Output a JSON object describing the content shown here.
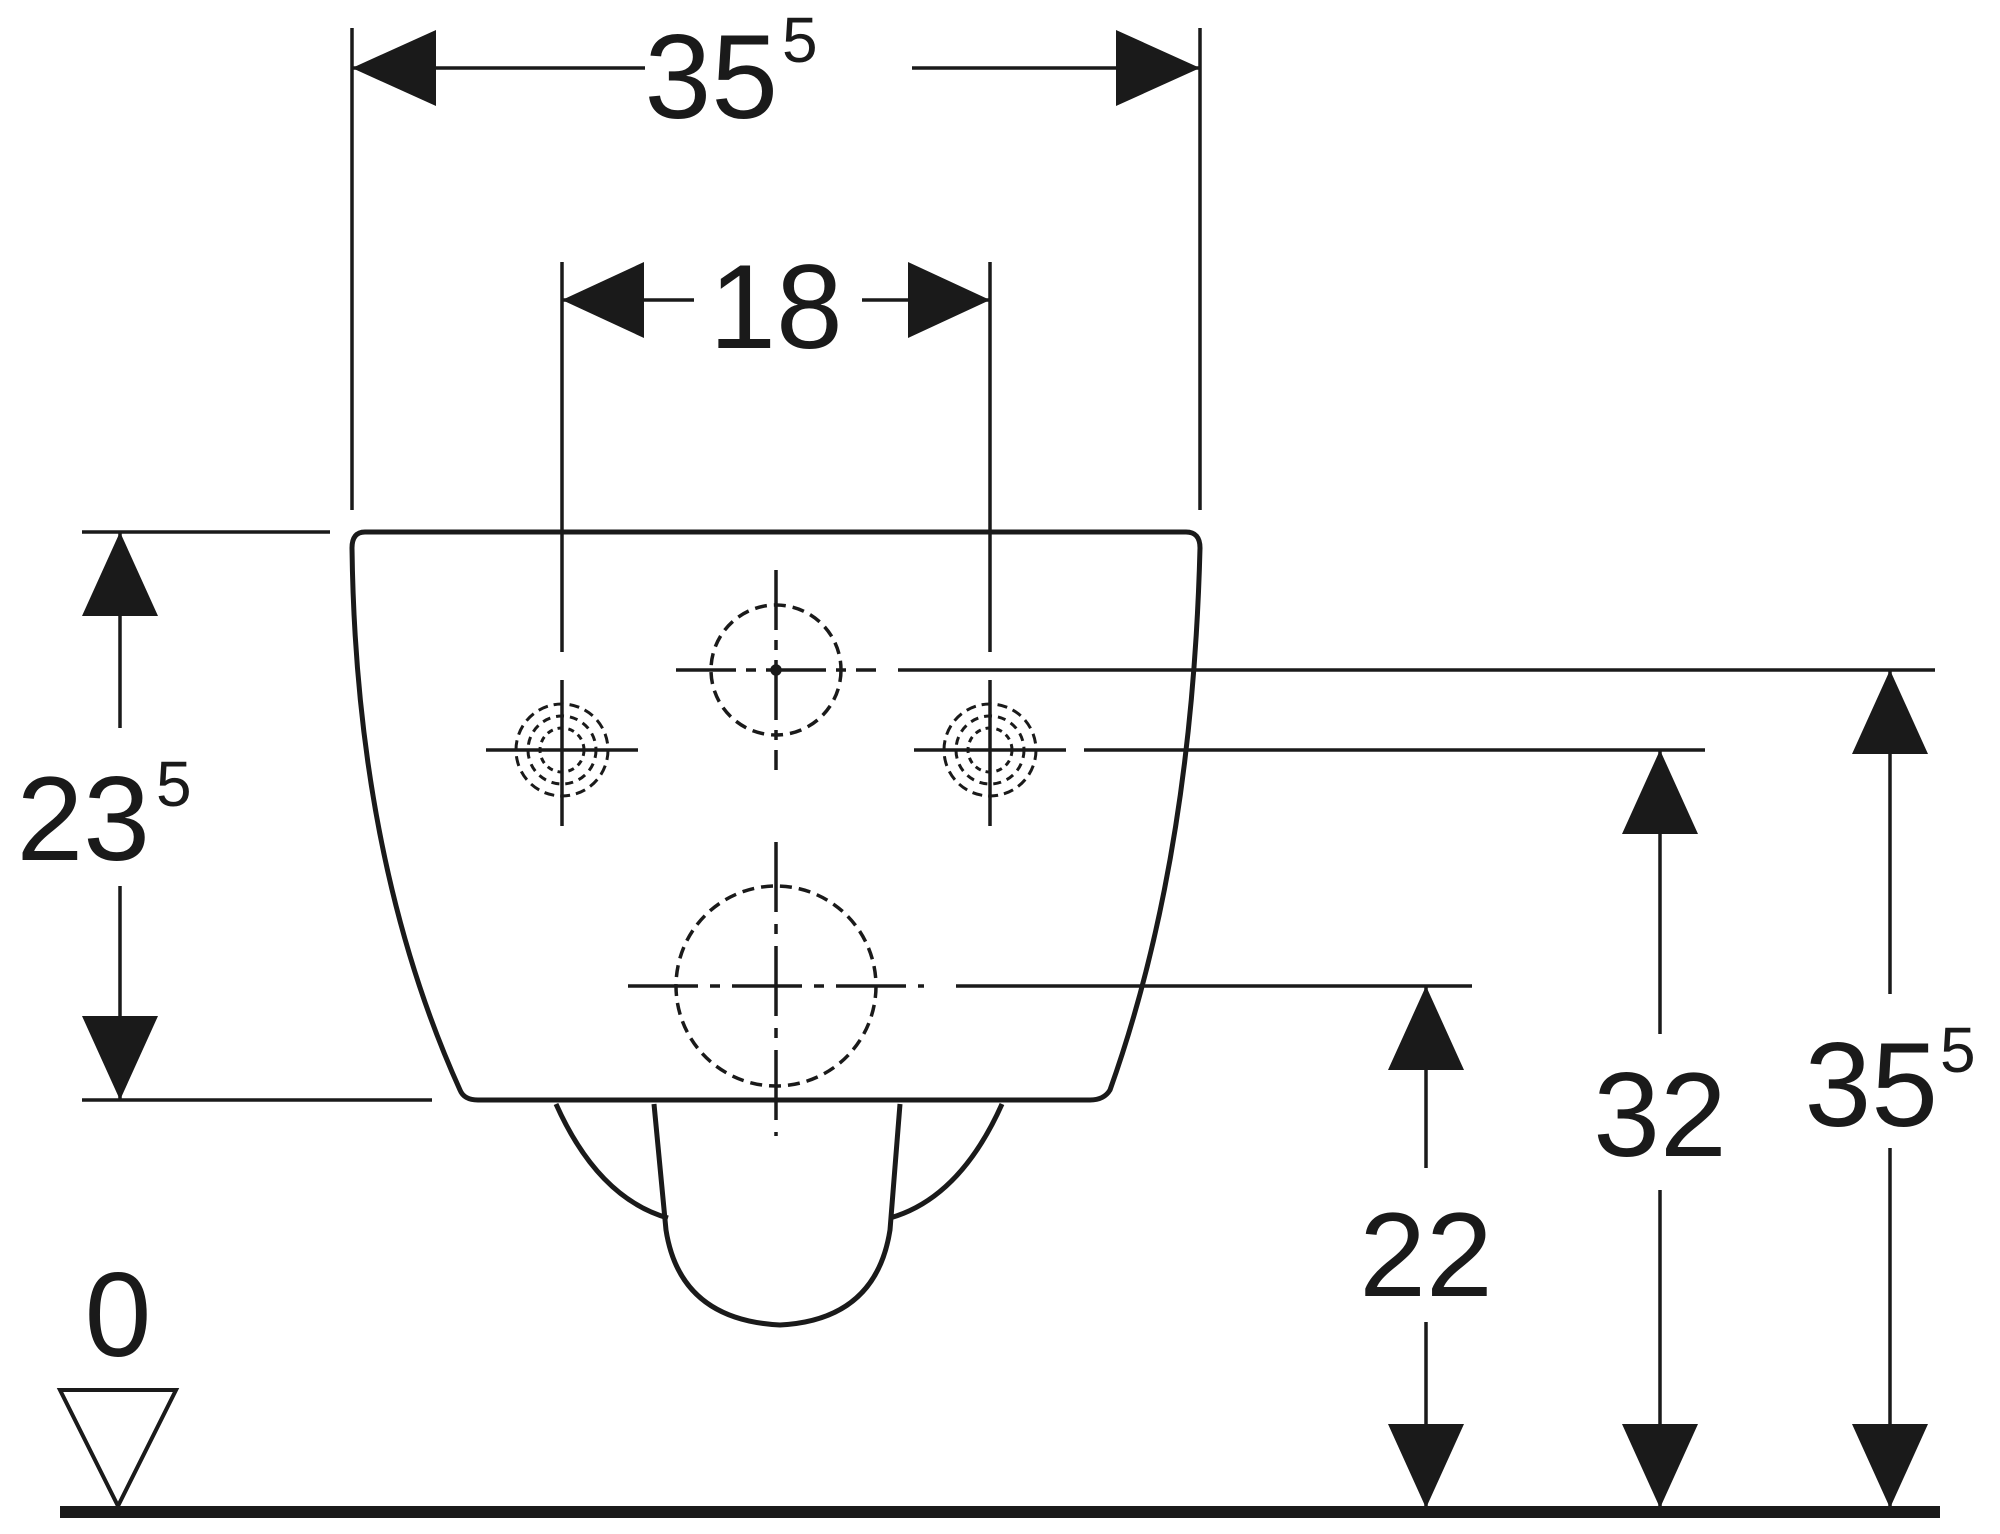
{
  "dimensions": {
    "overall_width": {
      "main": "35",
      "sup": "5"
    },
    "fixing_spacing": {
      "main": "18"
    },
    "body_height": {
      "main": "23",
      "sup": "5"
    },
    "waste_height": {
      "main": "22"
    },
    "fixing_height": {
      "main": "32"
    },
    "supply_height": {
      "main": "35",
      "sup": "5"
    },
    "floor_level": {
      "main": "0"
    }
  },
  "colors": {
    "line": "#1a1a1a",
    "background": "#ffffff"
  }
}
